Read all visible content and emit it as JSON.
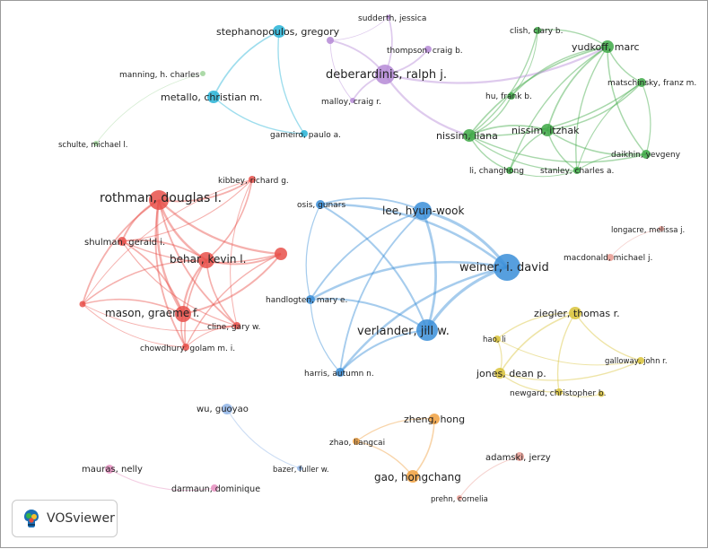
{
  "app": {
    "name": "VOSviewer"
  },
  "colors": {
    "red": "#e8504a",
    "green": "#3da845",
    "blue": "#3a8ed8",
    "cyan": "#27b3d6",
    "purple": "#b58ad6",
    "yellow": "#d9c33a",
    "orange": "#f0a040",
    "pink": "#e58fbf",
    "salmon": "#e89a90",
    "lightblue": "#8fb4e6",
    "lightgreen": "#9fd49a"
  },
  "nodes": [
    {
      "id": "rothman",
      "label": "rothman, douglas l.",
      "cluster": "red"
    },
    {
      "id": "kibbey",
      "label": "kibbey, richard g.",
      "cluster": "red"
    },
    {
      "id": "shulman",
      "label": "shulman, gerald i.",
      "cluster": "red"
    },
    {
      "id": "behar",
      "label": "behar, kevin l.",
      "cluster": "red"
    },
    {
      "id": "red_unl1",
      "label": "",
      "cluster": "red"
    },
    {
      "id": "red_unl2",
      "label": "",
      "cluster": "red"
    },
    {
      "id": "mason",
      "label": "mason, graeme f.",
      "cluster": "red"
    },
    {
      "id": "cline",
      "label": "cline, gary w.",
      "cluster": "red"
    },
    {
      "id": "chowdhury",
      "label": "chowdhury, golam m. i.",
      "cluster": "red"
    },
    {
      "id": "stephanopoulos",
      "label": "stephanopoulos, gregory",
      "cluster": "cyan"
    },
    {
      "id": "metallo",
      "label": "metallo, christian m.",
      "cluster": "cyan"
    },
    {
      "id": "gameiro",
      "label": "gameiro, paulo a.",
      "cluster": "cyan"
    },
    {
      "id": "manning",
      "label": "manning, h. charles",
      "cluster": "lightgreen"
    },
    {
      "id": "schulte",
      "label": "schulte, michael l.",
      "cluster": "lightgreen"
    },
    {
      "id": "sudderth",
      "label": "sudderth, jessica",
      "cluster": "purple"
    },
    {
      "id": "purple_unl",
      "label": "",
      "cluster": "purple"
    },
    {
      "id": "thompson",
      "label": "thompson, craig b.",
      "cluster": "purple"
    },
    {
      "id": "deberardinis",
      "label": "deberardinis, ralph j.",
      "cluster": "purple"
    },
    {
      "id": "malloy",
      "label": "malloy, craig r.",
      "cluster": "purple"
    },
    {
      "id": "clish",
      "label": "clish, clary b.",
      "cluster": "green"
    },
    {
      "id": "yudkoff",
      "label": "yudkoff, marc",
      "cluster": "green"
    },
    {
      "id": "matschinsky",
      "label": "matschinsky, franz m.",
      "cluster": "green"
    },
    {
      "id": "hu",
      "label": "hu, frank b.",
      "cluster": "green"
    },
    {
      "id": "nissim_itzhak",
      "label": "nissim, itzhak",
      "cluster": "green"
    },
    {
      "id": "nissim_ilana",
      "label": "nissim, ilana",
      "cluster": "green"
    },
    {
      "id": "daikhin",
      "label": "daikhin, yevgeny",
      "cluster": "green"
    },
    {
      "id": "li",
      "label": "li, changhong",
      "cluster": "green"
    },
    {
      "id": "stanley",
      "label": "stanley, charles a.",
      "cluster": "green"
    },
    {
      "id": "osis",
      "label": "osis, gunars",
      "cluster": "blue"
    },
    {
      "id": "lee",
      "label": "lee, hyun-wook",
      "cluster": "blue"
    },
    {
      "id": "weiner",
      "label": "weiner, i. david",
      "cluster": "blue"
    },
    {
      "id": "handlogten",
      "label": "handlogten, mary e.",
      "cluster": "blue"
    },
    {
      "id": "verlander",
      "label": "verlander, jill w.",
      "cluster": "blue"
    },
    {
      "id": "harris",
      "label": "harris, autumn n.",
      "cluster": "blue"
    },
    {
      "id": "longacre",
      "label": "longacre, melissa j.",
      "cluster": "salmon"
    },
    {
      "id": "macdonald",
      "label": "macdonald, michael j.",
      "cluster": "salmon"
    },
    {
      "id": "ziegler",
      "label": "ziegler, thomas r.",
      "cluster": "yellow"
    },
    {
      "id": "hao",
      "label": "hao, li",
      "cluster": "yellow"
    },
    {
      "id": "galloway",
      "label": "galloway, john r.",
      "cluster": "yellow"
    },
    {
      "id": "jones",
      "label": "jones, dean p.",
      "cluster": "yellow"
    },
    {
      "id": "newgard",
      "label": "newgard, christopher b.",
      "cluster": "yellow"
    },
    {
      "id": "yellow_unl",
      "label": "",
      "cluster": "yellow"
    },
    {
      "id": "wu",
      "label": "wu, guoyao",
      "cluster": "lightblue"
    },
    {
      "id": "bazer",
      "label": "bazer, fuller w.",
      "cluster": "lightblue"
    },
    {
      "id": "zheng",
      "label": "zheng, hong",
      "cluster": "orange"
    },
    {
      "id": "zhao",
      "label": "zhao, liangcai",
      "cluster": "orange"
    },
    {
      "id": "gao",
      "label": "gao, hongchang",
      "cluster": "orange"
    },
    {
      "id": "adamski",
      "label": "adamski, jerzy",
      "cluster": "salmon"
    },
    {
      "id": "prehn",
      "label": "prehn, cornelia",
      "cluster": "salmon"
    },
    {
      "id": "mauras",
      "label": "mauras, nelly",
      "cluster": "pink"
    },
    {
      "id": "darmaun",
      "label": "darmaun, dominique",
      "cluster": "pink"
    }
  ],
  "edges": [
    [
      "rothman",
      "behar"
    ],
    [
      "rothman",
      "mason"
    ],
    [
      "rothman",
      "shulman"
    ],
    [
      "rothman",
      "kibbey"
    ],
    [
      "rothman",
      "red_unl1"
    ],
    [
      "rothman",
      "red_unl2"
    ],
    [
      "rothman",
      "cline"
    ],
    [
      "rothman",
      "chowdhury"
    ],
    [
      "behar",
      "mason"
    ],
    [
      "behar",
      "shulman"
    ],
    [
      "behar",
      "red_unl1"
    ],
    [
      "behar",
      "red_unl2"
    ],
    [
      "behar",
      "cline"
    ],
    [
      "behar",
      "chowdhury"
    ],
    [
      "behar",
      "kibbey"
    ],
    [
      "mason",
      "shulman"
    ],
    [
      "mason",
      "red_unl1"
    ],
    [
      "mason",
      "red_unl2"
    ],
    [
      "mason",
      "cline"
    ],
    [
      "mason",
      "chowdhury"
    ],
    [
      "shulman",
      "kibbey"
    ],
    [
      "shulman",
      "red_unl2"
    ],
    [
      "shulman",
      "cline"
    ],
    [
      "kibbey",
      "red_unl1"
    ],
    [
      "kibbey",
      "cline"
    ],
    [
      "red_unl1",
      "cline"
    ],
    [
      "red_unl1",
      "chowdhury"
    ],
    [
      "red_unl2",
      "chowdhury"
    ],
    [
      "cline",
      "chowdhury"
    ],
    [
      "stephanopoulos",
      "metallo"
    ],
    [
      "stephanopoulos",
      "gameiro"
    ],
    [
      "metallo",
      "gameiro"
    ],
    [
      "manning",
      "schulte"
    ],
    [
      "deberardinis",
      "sudderth"
    ],
    [
      "deberardinis",
      "purple_unl"
    ],
    [
      "deberardinis",
      "thompson"
    ],
    [
      "deberardinis",
      "malloy"
    ],
    [
      "purple_unl",
      "malloy"
    ],
    [
      "purple_unl",
      "sudderth"
    ],
    [
      "yudkoff",
      "nissim_itzhak"
    ],
    [
      "yudkoff",
      "nissim_ilana"
    ],
    [
      "yudkoff",
      "daikhin"
    ],
    [
      "yudkoff",
      "matschinsky"
    ],
    [
      "yudkoff",
      "li"
    ],
    [
      "yudkoff",
      "stanley"
    ],
    [
      "yudkoff",
      "clish"
    ],
    [
      "yudkoff",
      "hu"
    ],
    [
      "nissim_itzhak",
      "nissim_ilana"
    ],
    [
      "nissim_itzhak",
      "daikhin"
    ],
    [
      "nissim_itzhak",
      "matschinsky"
    ],
    [
      "nissim_itzhak",
      "li"
    ],
    [
      "nissim_itzhak",
      "stanley"
    ],
    [
      "nissim_ilana",
      "daikhin"
    ],
    [
      "nissim_ilana",
      "matschinsky"
    ],
    [
      "nissim_ilana",
      "li"
    ],
    [
      "nissim_ilana",
      "stanley"
    ],
    [
      "nissim_ilana",
      "hu"
    ],
    [
      "nissim_ilana",
      "clish"
    ],
    [
      "daikhin",
      "matschinsky"
    ],
    [
      "daikhin",
      "stanley"
    ],
    [
      "matschinsky",
      "stanley"
    ],
    [
      "li",
      "stanley"
    ],
    [
      "hu",
      "clish"
    ],
    [
      "deberardinis",
      "yudkoff"
    ],
    [
      "deberardinis",
      "nissim_ilana"
    ],
    [
      "weiner",
      "verlander"
    ],
    [
      "weiner",
      "lee"
    ],
    [
      "weiner",
      "osis"
    ],
    [
      "weiner",
      "handlogten"
    ],
    [
      "weiner",
      "harris"
    ],
    [
      "verlander",
      "lee"
    ],
    [
      "verlander",
      "osis"
    ],
    [
      "verlander",
      "handlogten"
    ],
    [
      "verlander",
      "harris"
    ],
    [
      "lee",
      "osis"
    ],
    [
      "lee",
      "handlogten"
    ],
    [
      "lee",
      "harris"
    ],
    [
      "osis",
      "handlogten"
    ],
    [
      "handlogten",
      "harris"
    ],
    [
      "longacre",
      "macdonald"
    ],
    [
      "ziegler",
      "jones"
    ],
    [
      "ziegler",
      "hao"
    ],
    [
      "ziegler",
      "galloway"
    ],
    [
      "ziegler",
      "newgard"
    ],
    [
      "jones",
      "hao"
    ],
    [
      "jones",
      "galloway"
    ],
    [
      "jones",
      "newgard"
    ],
    [
      "newgard",
      "yellow_unl"
    ],
    [
      "hao",
      "galloway"
    ],
    [
      "wu",
      "bazer"
    ],
    [
      "gao",
      "zheng"
    ],
    [
      "gao",
      "zhao"
    ],
    [
      "zheng",
      "zhao"
    ],
    [
      "adamski",
      "prehn"
    ],
    [
      "mauras",
      "darmaun"
    ]
  ]
}
